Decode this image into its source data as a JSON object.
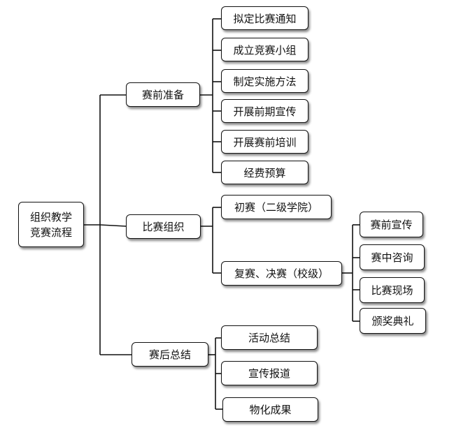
{
  "root": {
    "line1": "组织教学",
    "line2": "竞赛流程"
  },
  "stage1": {
    "label": "赛前准备",
    "items": [
      "拟定比赛通知",
      "成立竞赛小组",
      "制定实施方法",
      "开展前期宣传",
      "开展赛前培训",
      "经费预算"
    ]
  },
  "stage2": {
    "label": "比赛组织",
    "items": [
      "初赛（二级学院）",
      "复赛、决赛（校级）"
    ],
    "sub_items": [
      "赛前宣传",
      "赛中咨询",
      "比赛现场",
      "颁奖典礼"
    ]
  },
  "stage3": {
    "label": "赛后总结",
    "items": [
      "活动总结",
      "宣传报道",
      "物化成果"
    ]
  }
}
